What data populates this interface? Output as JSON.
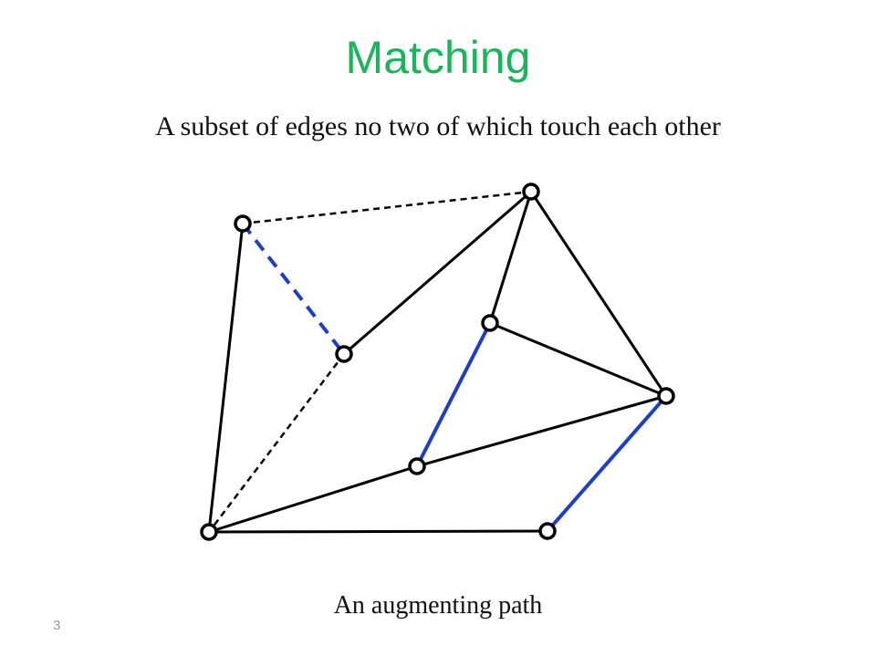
{
  "slide": {
    "title": "Matching",
    "subtitle": "A subset of edges no two of which touch each other",
    "caption": "An augmenting path",
    "slide_number": "3"
  },
  "colors": {
    "title": "#1fb25a",
    "edge": "#000000",
    "matched_edge": "#1f3fbf",
    "vertex_fill": "#ffffff",
    "vertex_stroke": "#000000"
  },
  "graph": {
    "vertices": [
      "a",
      "b",
      "c",
      "d",
      "e",
      "f",
      "g",
      "h"
    ],
    "edges": [
      {
        "from": "a",
        "to": "b",
        "style": "dashed-black"
      },
      {
        "from": "a",
        "to": "c",
        "style": "dashed-blue"
      },
      {
        "from": "a",
        "to": "f",
        "style": "solid-black"
      },
      {
        "from": "b",
        "to": "c",
        "style": "solid-black"
      },
      {
        "from": "b",
        "to": "d",
        "style": "solid-black"
      },
      {
        "from": "b",
        "to": "e",
        "style": "solid-black"
      },
      {
        "from": "c",
        "to": "f",
        "style": "dashed-black"
      },
      {
        "from": "d",
        "to": "e",
        "style": "solid-black"
      },
      {
        "from": "d",
        "to": "g",
        "style": "solid-blue"
      },
      {
        "from": "e",
        "to": "g",
        "style": "solid-black"
      },
      {
        "from": "e",
        "to": "h",
        "style": "solid-blue"
      },
      {
        "from": "f",
        "to": "g",
        "style": "solid-black"
      },
      {
        "from": "f",
        "to": "h",
        "style": "solid-black"
      }
    ]
  }
}
